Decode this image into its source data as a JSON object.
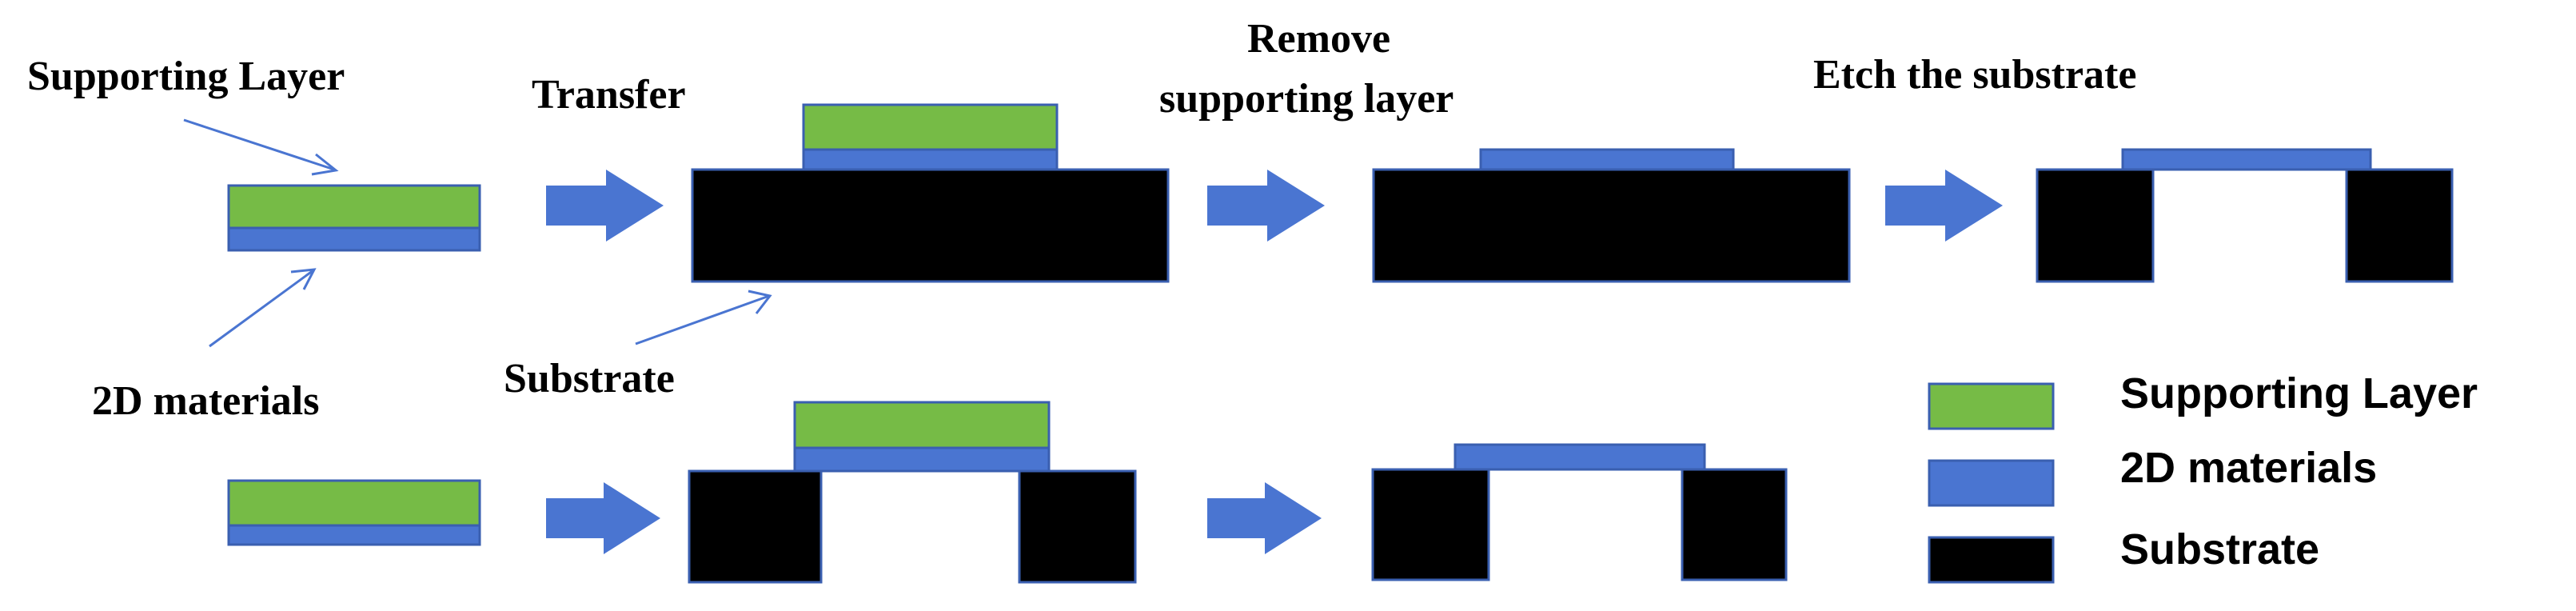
{
  "colors": {
    "supporting_layer": "#76BB46",
    "material_2d": "#4A75D1",
    "substrate": "#000000",
    "outline": "#3A5FB0",
    "pointer_line": "#4A75D1"
  },
  "top_row": {
    "label_supporting_layer": "Supporting Layer",
    "label_2d_materials": "2D materials",
    "label_substrate": "Substrate",
    "step1_label": "Transfer",
    "step2_label_line1": "Remove",
    "step2_label_line2": "supporting layer",
    "step3_label": "Etch the substrate"
  },
  "legend": {
    "items": [
      {
        "label": "Supporting Layer",
        "color_key": "supporting_layer"
      },
      {
        "label": "2D materials",
        "color_key": "material_2d"
      },
      {
        "label": "Substrate",
        "color_key": "substrate"
      }
    ]
  },
  "arrows": {
    "icon": "right-block-arrow"
  }
}
